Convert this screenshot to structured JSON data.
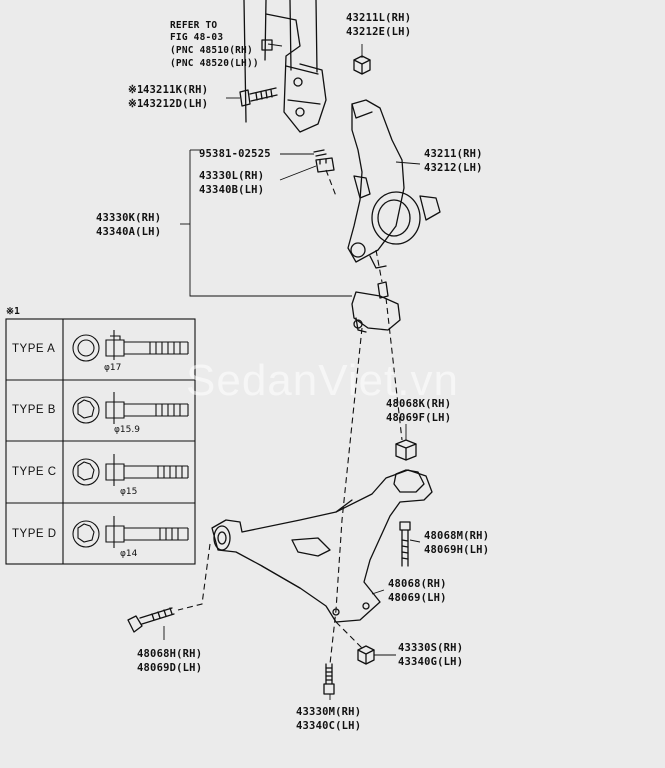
{
  "watermark": "SedanViet.vn",
  "refer_note": {
    "line1": "REFER TO",
    "line2": "FIG 48-03",
    "line3": "(PNC 48510(RH)",
    "line4": "(PNC 48520(LH))"
  },
  "callouts": {
    "nut_top_1": "43211L(RH)",
    "nut_top_2": "43212E(LH)",
    "bolt_left_1": "43211K(RH)",
    "bolt_left_2": "43212D(LH)",
    "bolt_left_mark": "※1",
    "cotter": "95381-02525",
    "knuckle_1": "43211(RH)",
    "knuckle_2": "43212(LH)",
    "castle_nut_1": "43330L(RH)",
    "castle_nut_2": "43340B(LH)",
    "ball_joint_1": "43330K(RH)",
    "ball_joint_2": "43340A(LH)",
    "bushing_nut_1": "48068K(RH)",
    "bushing_nut_2": "48069F(LH)",
    "rear_bolt_1": "48068M(RH)",
    "rear_bolt_2": "48069H(LH)",
    "arm_1": "48068(RH)",
    "arm_2": "48069(LH)",
    "front_bolt_1": "48068H(RH)",
    "front_bolt_2": "48069D(LH)",
    "bj_nut_1": "43330S(RH)",
    "bj_nut_2": "43340G(LH)",
    "bj_bolt_1": "43330M(RH)",
    "bj_bolt_2": "43340C(LH)"
  },
  "type_table": {
    "marker": "※1",
    "rows": [
      {
        "type": "TYPE A",
        "diameter": "φ17"
      },
      {
        "type": "TYPE B",
        "diameter": "φ15.9"
      },
      {
        "type": "TYPE C",
        "diameter": "φ15"
      },
      {
        "type": "TYPE D",
        "diameter": "φ14"
      }
    ]
  }
}
